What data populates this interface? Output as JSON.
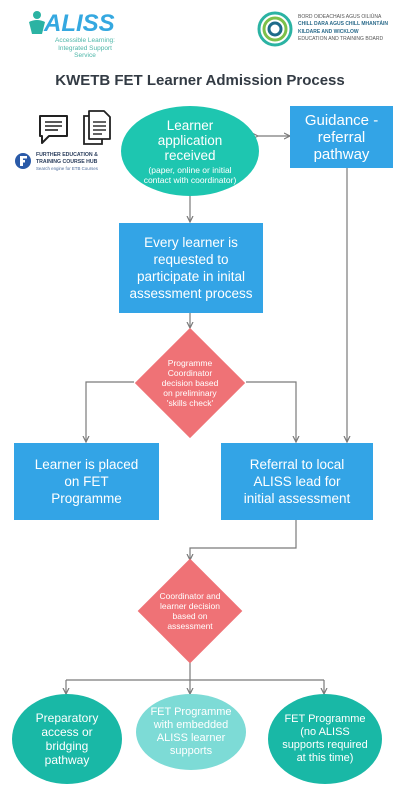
{
  "header": {
    "aliss_logo": {
      "wordmark": "ALISS",
      "line1": "Accessible Learning:",
      "line2": "Integrated Support",
      "line3": "Service"
    },
    "kwetb_logo": {
      "line1": "BORD OIDEACHAIS AGUS OILIÚNA",
      "line2": "CHILL DARA AGUS CHILL MHANTÁIN",
      "line3": "KILDARE AND WICKLOW",
      "line4": "EDUCATION AND TRAINING BOARD"
    }
  },
  "title": "KWETB FET Learner Admission Process",
  "fet_hub_logo": {
    "line1": "FURTHER EDUCATION &",
    "line2": "TRAINING COURSE HUB",
    "line3": "Search engine for ETB Courses"
  },
  "icons": [
    "chat-icon",
    "document-icon"
  ],
  "nodes": {
    "application": {
      "main": "Learner application received",
      "detail": "(paper, online or initial contact with coordinator)"
    },
    "guidance": "Guidance - referral pathway",
    "assessment": "Every learner is requested to participate in inital assessment process",
    "decision1": "Programme Coordinator decision based on preliminary 'skills check'",
    "placed": "Learner is placed on FET Programme",
    "referral": "Referral to local ALISS lead for initial assessment",
    "decision2": "Coordinator and learner decision based on assessment",
    "out1": "Preparatory access or bridging pathway",
    "out2": "FET Programme with embedded ALISS learner supports",
    "out3": "FET Programme (no ALISS supports required at this time)"
  },
  "colors": {
    "rect": "#33a4e6",
    "teal_oval": "#1ec6b0",
    "light_oval": "#7ddbd6",
    "diamond": "#ef7276",
    "connector": "#7a7a7a",
    "title": "#333b44"
  }
}
